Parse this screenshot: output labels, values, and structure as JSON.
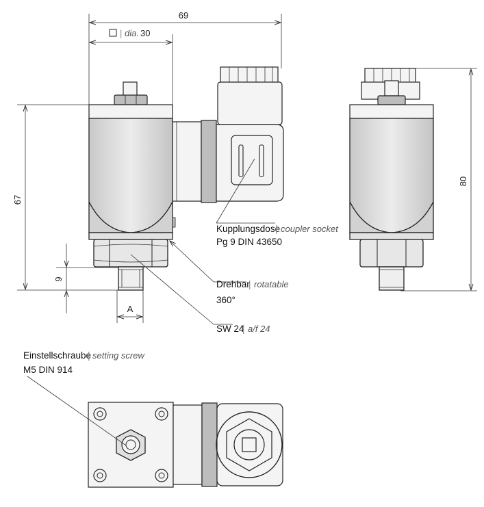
{
  "dimensions": {
    "overall_width": "69",
    "diameter_prefix_icon": "square-icon",
    "diameter_sep": "|",
    "diameter_en": "dia.",
    "diameter_val": "30",
    "height_left": "67",
    "height_right": "80",
    "thread_height": "9",
    "thread_label": "A"
  },
  "labels": {
    "coupler": {
      "de": "Kupplungsdose",
      "sep": "|",
      "en": "coupler socket",
      "spec": "Pg 9 DIN 43650"
    },
    "rotatable": {
      "de": "Drehbar",
      "sep": "|",
      "en": "rotatable",
      "spec": "360°"
    },
    "wrench": {
      "de": "SW 24",
      "sep": "|",
      "en": "a/f 24"
    },
    "screw": {
      "de": "Einstellschraube",
      "sep": "|",
      "en": "setting screw",
      "spec": "M5 DIN 914"
    }
  }
}
